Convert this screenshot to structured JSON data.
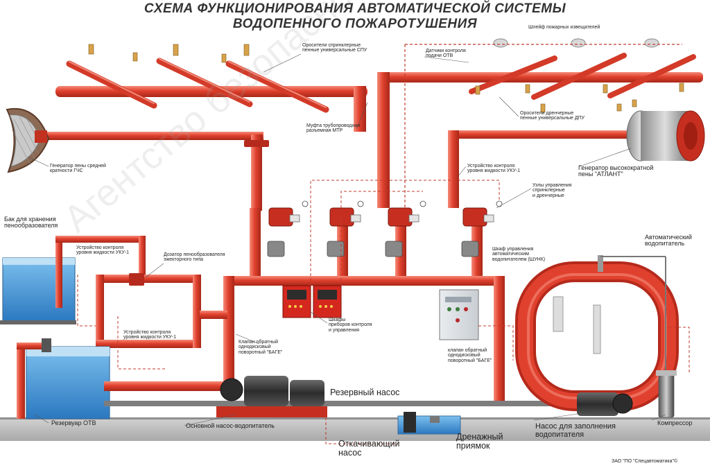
{
  "title_line1": "СХЕМА ФУНКЦИОНИРОВАНИЯ АВТОМАТИЧЕСКОЙ  СИСТЕМЫ",
  "title_line2": "ВОДОПЕННОГО ПОЖАРОТУШЕНИЯ",
  "watermark": "Агентство безопасности бизнеса",
  "labels": {
    "detector_loop": "Шлейф пожарных извещателей",
    "sprinklers_spu": "Оросители спринклерные\nпенные универсальные СПУ",
    "flow_sensors": "Датчики контроля\nподачи ОТВ",
    "drencher_dpu": "Оросители дренчерные\nпенные универсальные ДПУ",
    "coupling_mtr": "Муфта трубопроводная\nразъемная МТР",
    "foam_gen_gchs": "Генератор пены средней\nкратности ГЧС",
    "level_uku_top": "Устройство контроля\nуровня жидкости УКУ-1",
    "control_nodes": "Узлы управления\nспринклерные\nи дренчерные",
    "foam_gen_atlant": "Генератор высокократной\nпены \"АТЛАНТ\"",
    "foam_tank": "Бак для хранения\nпенообразователя",
    "level_uku_left": "Устройство контроля\nуровня жидкости УКУ-1",
    "dosing_unit": "Дозатор пенообразователя\nэжекторного типа",
    "shunk": "Шкаф управления\nавтоматическим\nводопитателем (ШУНК)",
    "auto_feeder": "Автоматический\nводопитатель",
    "level_uku_mid": "Устройство контроля\nуровня жидкости УКУ-1",
    "check_valve_left": "Клапан обратный\nоднодисковый\nповоротный \"БАГЕ\"",
    "panels": "Шкафы\nприборов контроля\nи управления",
    "check_valve_right": "клапан обратный\nоднодисковый\nповоротный \"БАГЕ\"",
    "reserve_pump": "Резервный насос",
    "reservoir": "Резервуар ОТВ",
    "main_pump": "Основной насос-водопитатель",
    "fill_pump": "Насос для заполнения\nводопитателя",
    "compressor": "Компрессор",
    "drain_pump": "Откачивающий\nнасос",
    "drain_pit": "Дренажный\nприямок",
    "copyright": "ЗАО \"ПО \"Спецавтоматика\"©"
  },
  "colors": {
    "pipe": "#e0412e",
    "pipe_dark": "#b52a1c",
    "pipe_light": "#f27a68",
    "dashed": "#c0392b",
    "water": "#3f8fd2",
    "floor": "#b8b8b8",
    "pump_body": "#3a3a3a",
    "panel_red": "#d4281f"
  }
}
